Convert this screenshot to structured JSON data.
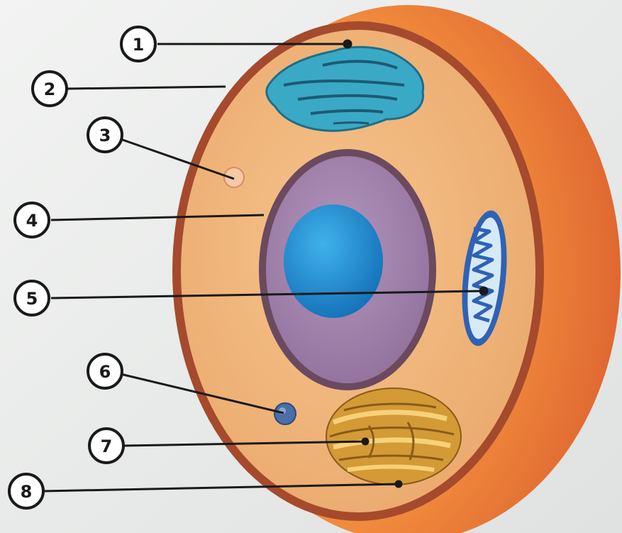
{
  "diagram": {
    "subject": "animal-cell",
    "labels": [
      {
        "id": "1",
        "text": "1",
        "target": "endoplasmic-reticulum"
      },
      {
        "id": "2",
        "text": "2",
        "target": "cell-membrane"
      },
      {
        "id": "3",
        "text": "3",
        "target": "vesicle"
      },
      {
        "id": "4",
        "text": "4",
        "target": "nuclear-envelope"
      },
      {
        "id": "5",
        "text": "5",
        "target": "mitochondrion"
      },
      {
        "id": "6",
        "text": "6",
        "target": "lysosome"
      },
      {
        "id": "7",
        "text": "7",
        "target": "golgi-apparatus"
      },
      {
        "id": "8",
        "text": "8",
        "target": "cytoplasm"
      }
    ],
    "colors": {
      "background": "#e9ebea",
      "cell_rim_outer": "#e0662b",
      "cell_rim_inner": "#a84a2a",
      "cytoplasm": "#f0b27a",
      "nucleus": "#9f7fa9",
      "nucleus_border": "#6a4a5e",
      "nucleolus": "#1d8fd1",
      "er": "#3aa9c6",
      "mitochondrion": "#2f62b6",
      "golgi": "#d9a23a",
      "lysosome": "#4a6ea8",
      "vesicle": "#f6c9a6",
      "leader_line": "#1a1a1a"
    }
  }
}
